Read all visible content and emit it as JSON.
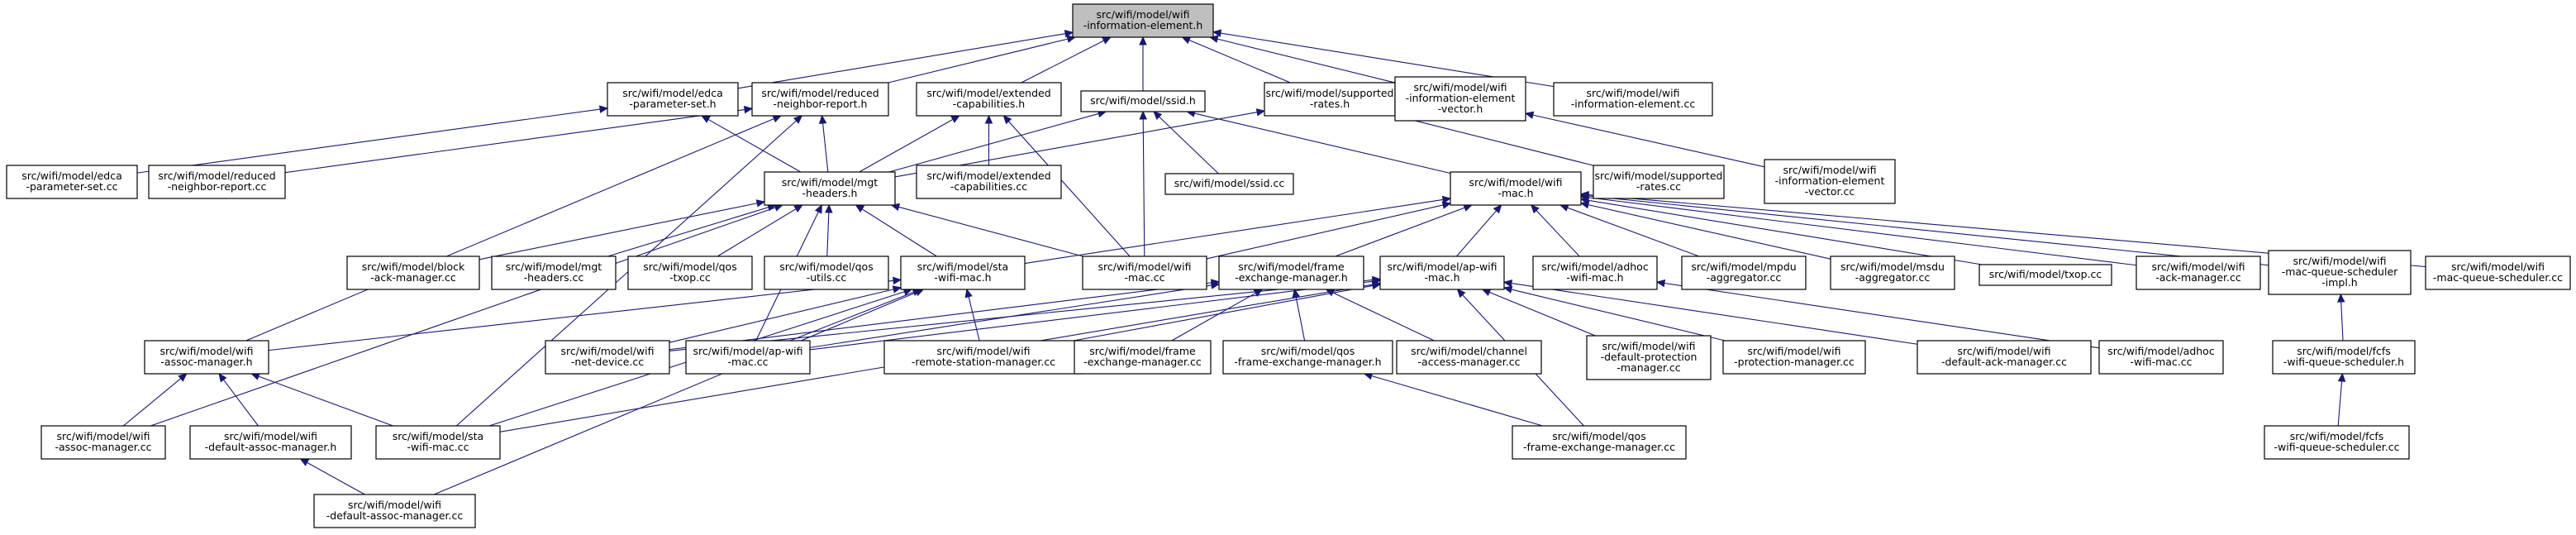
{
  "diagram": {
    "colors": {
      "root_fill": "#bfbfbf",
      "node_fill": "#ffffff",
      "node_border": "#000000",
      "edge": "#191970"
    },
    "nodes": [
      {
        "id": "wifi_ie_h",
        "lines": [
          "src/wifi/model/wifi",
          "-information-element.h"
        ],
        "root": true
      },
      {
        "id": "edca_h",
        "lines": [
          "src/wifi/model/edca",
          "-parameter-set.h"
        ]
      },
      {
        "id": "rnr_h",
        "lines": [
          "src/wifi/model/reduced",
          "-neighbor-report.h"
        ]
      },
      {
        "id": "extcap_h",
        "lines": [
          "src/wifi/model/extended",
          "-capabilities.h"
        ]
      },
      {
        "id": "ssid_h",
        "lines": [
          "src/wifi/model/ssid.h"
        ]
      },
      {
        "id": "suprates_h",
        "lines": [
          "src/wifi/model/supported",
          "-rates.h"
        ]
      },
      {
        "id": "ievec_h",
        "lines": [
          "src/wifi/model/wifi",
          "-information-element",
          "-vector.h"
        ]
      },
      {
        "id": "ie_cc",
        "lines": [
          "src/wifi/model/wifi",
          "-information-element.cc"
        ]
      },
      {
        "id": "edca_cc",
        "lines": [
          "src/wifi/model/edca",
          "-parameter-set.cc"
        ]
      },
      {
        "id": "rnr_cc",
        "lines": [
          "src/wifi/model/reduced",
          "-neighbor-report.cc"
        ]
      },
      {
        "id": "mgt_h",
        "lines": [
          "src/wifi/model/mgt",
          "-headers.h"
        ]
      },
      {
        "id": "extcap_cc",
        "lines": [
          "src/wifi/model/extended",
          "-capabilities.cc"
        ]
      },
      {
        "id": "ssid_cc",
        "lines": [
          "src/wifi/model/ssid.cc"
        ]
      },
      {
        "id": "wifimac_h",
        "lines": [
          "src/wifi/model/wifi",
          "-mac.h"
        ]
      },
      {
        "id": "suprates_cc",
        "lines": [
          "src/wifi/model/supported",
          "-rates.cc"
        ]
      },
      {
        "id": "ievec_cc",
        "lines": [
          "src/wifi/model/wifi",
          "-information-element",
          "-vector.cc"
        ]
      },
      {
        "id": "blockack_cc",
        "lines": [
          "src/wifi/model/block",
          "-ack-manager.cc"
        ]
      },
      {
        "id": "mgt_cc",
        "lines": [
          "src/wifi/model/mgt",
          "-headers.cc"
        ]
      },
      {
        "id": "qostxop_cc",
        "lines": [
          "src/wifi/model/qos",
          "-txop.cc"
        ]
      },
      {
        "id": "qosutils_cc",
        "lines": [
          "src/wifi/model/qos",
          "-utils.cc"
        ]
      },
      {
        "id": "stamac_h",
        "lines": [
          "src/wifi/model/sta",
          "-wifi-mac.h"
        ]
      },
      {
        "id": "wifimac_cc",
        "lines": [
          "src/wifi/model/wifi",
          "-mac.cc"
        ]
      },
      {
        "id": "fem_h",
        "lines": [
          "src/wifi/model/frame",
          "-exchange-manager.h"
        ]
      },
      {
        "id": "apmac_h",
        "lines": [
          "src/wifi/model/ap-wifi",
          "-mac.h"
        ]
      },
      {
        "id": "adhoc_h",
        "lines": [
          "src/wifi/model/adhoc",
          "-wifi-mac.h"
        ]
      },
      {
        "id": "mpdu_cc",
        "lines": [
          "src/wifi/model/mpdu",
          "-aggregator.cc"
        ]
      },
      {
        "id": "msdu_cc",
        "lines": [
          "src/wifi/model/msdu",
          "-aggregator.cc"
        ]
      },
      {
        "id": "txop_cc",
        "lines": [
          "src/wifi/model/txop.cc"
        ]
      },
      {
        "id": "ackmgr_cc",
        "lines": [
          "src/wifi/model/wifi",
          "-ack-manager.cc"
        ]
      },
      {
        "id": "mqsimpl_h",
        "lines": [
          "src/wifi/model/wifi",
          "-mac-queue-scheduler",
          "-impl.h"
        ]
      },
      {
        "id": "mqs_cc",
        "lines": [
          "src/wifi/model/wifi",
          "-mac-queue-scheduler.cc"
        ]
      },
      {
        "id": "assoc_h",
        "lines": [
          "src/wifi/model/wifi",
          "-assoc-manager.h"
        ]
      },
      {
        "id": "netdev_cc",
        "lines": [
          "src/wifi/model/wifi",
          "-net-device.cc"
        ]
      },
      {
        "id": "apmac_cc",
        "lines": [
          "src/wifi/model/ap-wifi",
          "-mac.cc"
        ]
      },
      {
        "id": "rsm_cc",
        "lines": [
          "src/wifi/model/wifi",
          "-remote-station-manager.cc"
        ]
      },
      {
        "id": "fem_cc",
        "lines": [
          "src/wifi/model/frame",
          "-exchange-manager.cc"
        ]
      },
      {
        "id": "qosfem_h",
        "lines": [
          "src/wifi/model/qos",
          "-frame-exchange-manager.h"
        ]
      },
      {
        "id": "cam_cc",
        "lines": [
          "src/wifi/model/channel",
          "-access-manager.cc"
        ]
      },
      {
        "id": "dpm_cc",
        "lines": [
          "src/wifi/model/wifi",
          "-default-protection",
          "-manager.cc"
        ]
      },
      {
        "id": "pm_cc",
        "lines": [
          "src/wifi/model/wifi",
          "-protection-manager.cc"
        ]
      },
      {
        "id": "dam_cc",
        "lines": [
          "src/wifi/model/wifi",
          "-default-ack-manager.cc"
        ]
      },
      {
        "id": "adhoc_cc",
        "lines": [
          "src/wifi/model/adhoc",
          "-wifi-mac.cc"
        ]
      },
      {
        "id": "fcfs_h",
        "lines": [
          "src/wifi/model/fcfs",
          "-wifi-queue-scheduler.h"
        ]
      },
      {
        "id": "assoc_cc",
        "lines": [
          "src/wifi/model/wifi",
          "-assoc-manager.cc"
        ]
      },
      {
        "id": "dassoc_h",
        "lines": [
          "src/wifi/model/wifi",
          "-default-assoc-manager.h"
        ]
      },
      {
        "id": "stamac_cc",
        "lines": [
          "src/wifi/model/sta",
          "-wifi-mac.cc"
        ]
      },
      {
        "id": "qosfem_cc",
        "lines": [
          "src/wifi/model/qos",
          "-frame-exchange-manager.cc"
        ]
      },
      {
        "id": "fcfs_cc",
        "lines": [
          "src/wifi/model/fcfs",
          "-wifi-queue-scheduler.cc"
        ]
      },
      {
        "id": "dassoc_cc",
        "lines": [
          "src/wifi/model/wifi",
          "-default-assoc-manager.cc"
        ]
      }
    ],
    "edges": [
      [
        "edca_h",
        "wifi_ie_h"
      ],
      [
        "rnr_h",
        "wifi_ie_h"
      ],
      [
        "extcap_h",
        "wifi_ie_h"
      ],
      [
        "ssid_h",
        "wifi_ie_h"
      ],
      [
        "suprates_h",
        "wifi_ie_h"
      ],
      [
        "ievec_h",
        "wifi_ie_h"
      ],
      [
        "ie_cc",
        "wifi_ie_h"
      ],
      [
        "edca_cc",
        "edca_h"
      ],
      [
        "mgt_h",
        "edca_h"
      ],
      [
        "rnr_cc",
        "rnr_h"
      ],
      [
        "mgt_h",
        "rnr_h"
      ],
      [
        "assoc_h",
        "rnr_h"
      ],
      [
        "stamac_cc",
        "rnr_h"
      ],
      [
        "mgt_h",
        "extcap_h"
      ],
      [
        "extcap_cc",
        "extcap_h"
      ],
      [
        "wifimac_cc",
        "extcap_h"
      ],
      [
        "mgt_h",
        "ssid_h"
      ],
      [
        "ssid_cc",
        "ssid_h"
      ],
      [
        "wifimac_h",
        "ssid_h"
      ],
      [
        "wifimac_cc",
        "ssid_h"
      ],
      [
        "mgt_h",
        "suprates_h"
      ],
      [
        "suprates_cc",
        "suprates_h"
      ],
      [
        "ievec_cc",
        "ievec_h"
      ],
      [
        "blockack_cc",
        "mgt_h"
      ],
      [
        "mgt_cc",
        "mgt_h"
      ],
      [
        "qostxop_cc",
        "mgt_h"
      ],
      [
        "qosutils_cc",
        "mgt_h"
      ],
      [
        "stamac_h",
        "mgt_h"
      ],
      [
        "wifimac_cc",
        "mgt_h"
      ],
      [
        "apmac_cc",
        "mgt_h"
      ],
      [
        "assoc_cc",
        "mgt_h"
      ],
      [
        "stamac_h",
        "wifimac_h"
      ],
      [
        "wifimac_cc",
        "wifimac_h"
      ],
      [
        "fem_h",
        "wifimac_h"
      ],
      [
        "apmac_h",
        "wifimac_h"
      ],
      [
        "adhoc_h",
        "wifimac_h"
      ],
      [
        "mpdu_cc",
        "wifimac_h"
      ],
      [
        "msdu_cc",
        "wifimac_h"
      ],
      [
        "txop_cc",
        "wifimac_h"
      ],
      [
        "ackmgr_cc",
        "wifimac_h"
      ],
      [
        "mqsimpl_h",
        "wifimac_h"
      ],
      [
        "mqs_cc",
        "wifimac_h"
      ],
      [
        "assoc_h",
        "stamac_h"
      ],
      [
        "netdev_cc",
        "stamac_h"
      ],
      [
        "apmac_cc",
        "stamac_h"
      ],
      [
        "rsm_cc",
        "stamac_h"
      ],
      [
        "stamac_cc",
        "stamac_h"
      ],
      [
        "dassoc_cc",
        "stamac_h"
      ],
      [
        "fem_cc",
        "fem_h"
      ],
      [
        "qosfem_h",
        "fem_h"
      ],
      [
        "cam_cc",
        "fem_h"
      ],
      [
        "netdev_cc",
        "fem_h"
      ],
      [
        "apmac_cc",
        "fem_h"
      ],
      [
        "netdev_cc",
        "apmac_h"
      ],
      [
        "apmac_cc",
        "apmac_h"
      ],
      [
        "rsm_cc",
        "apmac_h"
      ],
      [
        "dpm_cc",
        "apmac_h"
      ],
      [
        "pm_cc",
        "apmac_h"
      ],
      [
        "dam_cc",
        "apmac_h"
      ],
      [
        "qosfem_cc",
        "apmac_h"
      ],
      [
        "stamac_cc",
        "apmac_h"
      ],
      [
        "adhoc_cc",
        "adhoc_h"
      ],
      [
        "fcfs_h",
        "mqsimpl_h"
      ],
      [
        "fcfs_cc",
        "fcfs_h"
      ],
      [
        "assoc_cc",
        "assoc_h"
      ],
      [
        "dassoc_h",
        "assoc_h"
      ],
      [
        "stamac_cc",
        "assoc_h"
      ],
      [
        "dassoc_cc",
        "dassoc_h"
      ],
      [
        "qosfem_cc",
        "qosfem_h"
      ]
    ]
  }
}
